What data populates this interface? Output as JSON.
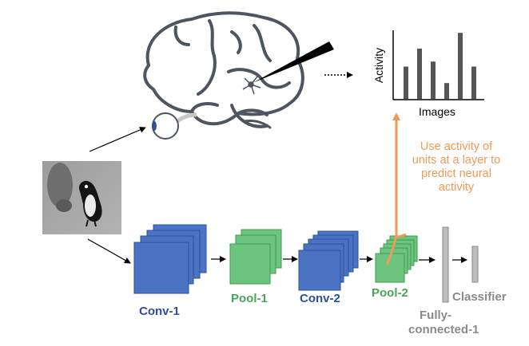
{
  "colors": {
    "conv_fill": "#4a73c4",
    "conv_stroke": "#2f4f9a",
    "pool_fill": "#6cc47f",
    "pool_stroke": "#3f9a52",
    "fc_fill": "#bdbdbd",
    "fc_stroke": "#8a8a8a",
    "brain_stroke": "#4d5560",
    "annotation": "#ef9a56"
  },
  "layers": {
    "conv1": "Conv-1",
    "pool1": "Pool-1",
    "conv2": "Conv-2",
    "pool2": "Pool-2",
    "fc1_line1": "Fully-",
    "fc1_line2": "connected-1",
    "classifier": "Classifier"
  },
  "annotation": {
    "line1": "Use activity of",
    "line2": "units at a layer to",
    "line3": "predict neural",
    "line4": "activity"
  },
  "activity_plot": {
    "ylabel": "Activity",
    "xlabel": "Images",
    "values": [
      0.45,
      0.7,
      0.52,
      0.22,
      0.92,
      0.45
    ]
  },
  "icons": {
    "input_image": "penguin-photo",
    "brain": "brain-outline-icon",
    "eye": "eye-icon",
    "electrode": "electrode-probe-icon",
    "neuron": "neuron-icon"
  }
}
